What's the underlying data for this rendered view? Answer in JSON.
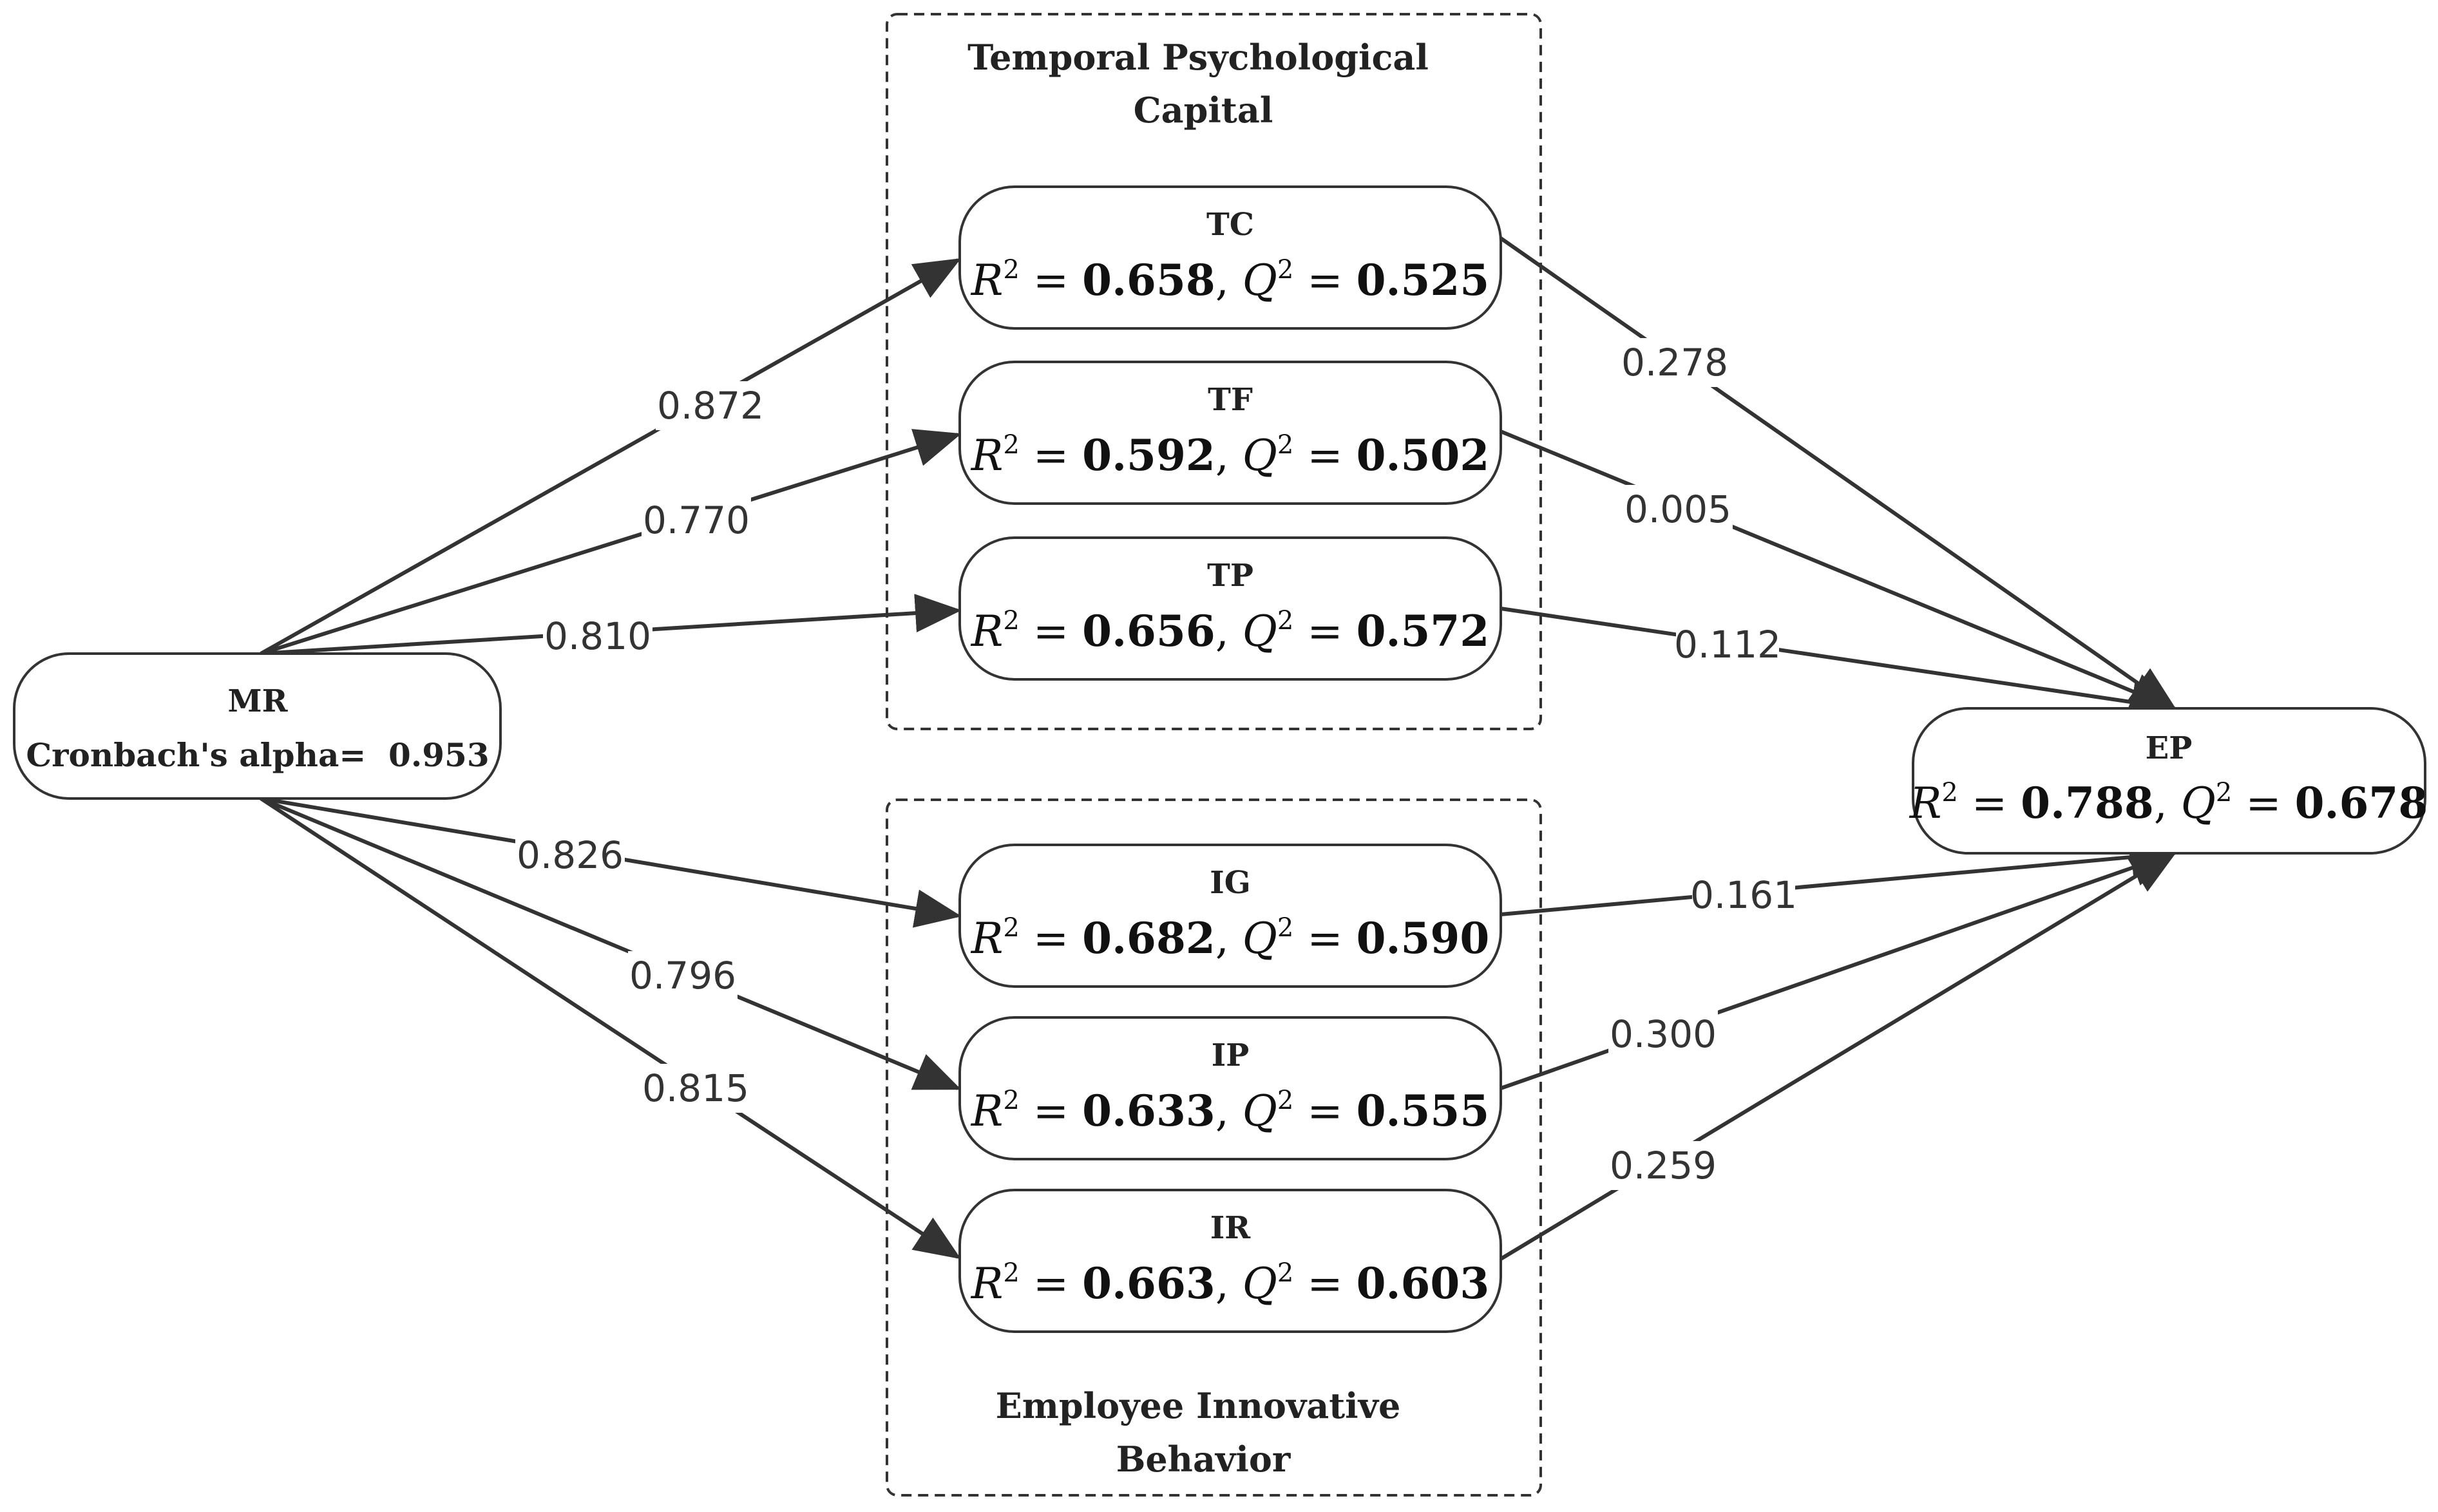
{
  "groups": {
    "temporal": {
      "title_line1": "Temporal Psychological",
      "title_line2": "Capital"
    },
    "innovative": {
      "title_line1": "Employee Innovative",
      "title_line2": "Behavior"
    }
  },
  "nodes": {
    "mr": {
      "title": "MR",
      "subtitle": "Cronbach's alpha=  0.953"
    },
    "tc": {
      "title": "TC",
      "r2": "0.658",
      "q2": "0.525"
    },
    "tf": {
      "title": "TF",
      "r2": "0.592",
      "q2": "0.502"
    },
    "tp": {
      "title": "TP",
      "r2": "0.656",
      "q2": "0.572"
    },
    "ig": {
      "title": "IG",
      "r2": "0.682",
      "q2": "0.590"
    },
    "ip": {
      "title": "IP",
      "r2": "0.633",
      "q2": "0.555"
    },
    "ir": {
      "title": "IR",
      "r2": "0.663",
      "q2": "0.603"
    },
    "ep": {
      "title": "EP",
      "r2": "0.788",
      "q2": "0.678"
    }
  },
  "stat_symbols": {
    "r": "R",
    "q": "Q",
    "sup": "2",
    "eq": " = ",
    "sep": ", "
  },
  "edges": {
    "mr_tc": "0.872",
    "mr_tf": "0.770",
    "mr_tp": "0.810",
    "mr_ig": "0.826",
    "mr_ip": "0.796",
    "mr_ir": "0.815",
    "tc_ep": "0.278",
    "tf_ep": "0.005",
    "tp_ep": "0.112",
    "ig_ep": "0.161",
    "ip_ep": "0.300",
    "ir_ep": "0.259"
  }
}
